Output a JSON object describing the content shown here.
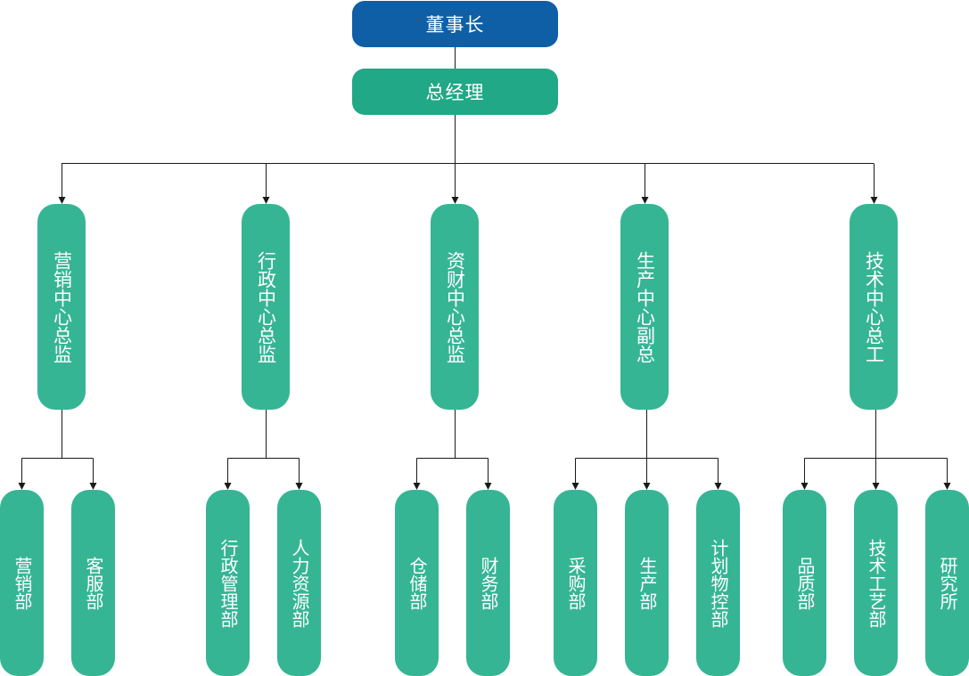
{
  "colors": {
    "chairman_fill": "#0f5fa6",
    "manager_fill": "#21a886",
    "department_fill": "#36b595",
    "connector": "#1a1a1a",
    "text": "#ffffff"
  },
  "chart": {
    "chairman": "董事长",
    "general_manager": "总经理",
    "directors": [
      {
        "label": "营销中心总监",
        "departments": [
          "营销部",
          "客服部"
        ]
      },
      {
        "label": "行政中心总监",
        "departments": [
          "行政管理部",
          "人力资源部"
        ]
      },
      {
        "label": "资财中心总监",
        "departments": [
          "仓储部",
          "财务部"
        ]
      },
      {
        "label": "生产中心副总",
        "departments": [
          "采购部",
          "生产部",
          "计划物控部"
        ]
      },
      {
        "label": "技术中心总工",
        "departments": [
          "品质部",
          "技术工艺部",
          "研究所"
        ]
      }
    ]
  }
}
